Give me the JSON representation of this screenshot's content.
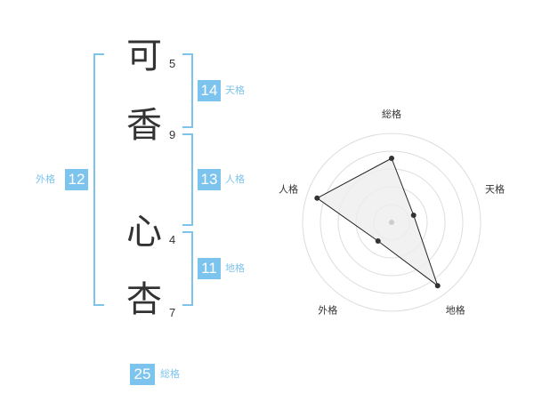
{
  "characters": [
    {
      "char": "可",
      "strokes": "5"
    },
    {
      "char": "香",
      "strokes": "9"
    },
    {
      "char": "心",
      "strokes": "4"
    },
    {
      "char": "杏",
      "strokes": "7"
    }
  ],
  "fortunes": {
    "tenkaku": {
      "value": "14",
      "label": "天格"
    },
    "jinkaku": {
      "value": "13",
      "label": "人格"
    },
    "chikaku": {
      "value": "11",
      "label": "地格"
    },
    "gaikaku": {
      "value": "12",
      "label": "外格"
    },
    "soukaku": {
      "value": "25",
      "label": "総格"
    }
  },
  "colors": {
    "accent": "#7cc4ee",
    "text": "#333333",
    "radar_fill": "#eeeeee",
    "ring": "#dddddd"
  },
  "chart_data": {
    "type": "radar",
    "axes": [
      "総格",
      "天格",
      "地格",
      "外格",
      "人格"
    ],
    "values": [
      0.72,
      0.26,
      0.88,
      0.26,
      0.88
    ],
    "max": 1,
    "rings": 5
  }
}
